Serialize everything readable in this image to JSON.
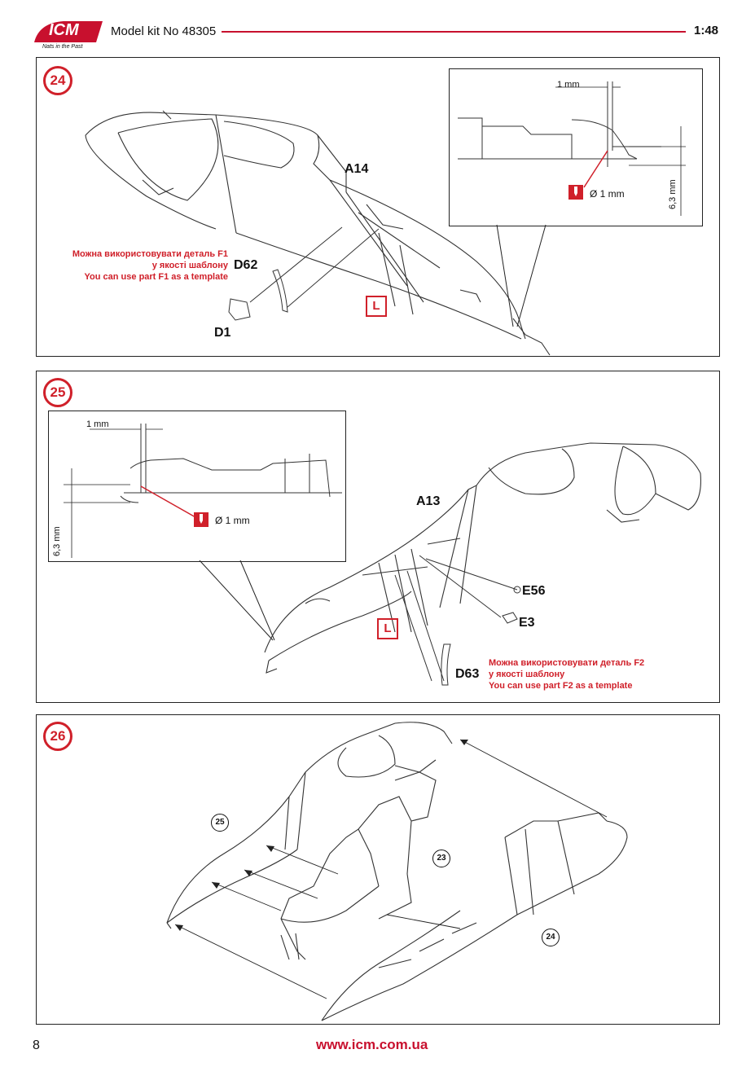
{
  "header": {
    "logo_text": "ICM",
    "logo_tagline": "Nats in the Past",
    "kit_title": "Model kit No 48305",
    "scale": "1:48"
  },
  "colors": {
    "accent_red": "#d0202a",
    "logo_red": "#c8102e",
    "line": "#222222"
  },
  "steps": [
    {
      "number": "24",
      "parts": [
        "A14",
        "D62",
        "D1"
      ],
      "note_ua_1": "Можна використовувати деталь F1",
      "note_ua_2": "у якості шаблону",
      "note_en": "You can use part F1 as a template",
      "option_mark": "L",
      "inset": {
        "dim_width": "1 mm",
        "dim_height": "6,3 mm",
        "drill_label": "Ø 1 mm",
        "drill_icon": "drill-icon"
      }
    },
    {
      "number": "25",
      "parts": [
        "A13",
        "E56",
        "E3",
        "D63"
      ],
      "note_ua_1": "Можна використовувати деталь F2",
      "note_ua_2": "у якості шаблону",
      "note_en": "You can use part F2 as a template",
      "option_mark": "L",
      "inset": {
        "dim_width": "1 mm",
        "dim_height": "6,3 mm",
        "drill_label": "Ø 1 mm",
        "drill_icon": "drill-icon"
      }
    },
    {
      "number": "26",
      "refs": [
        "25",
        "23",
        "24"
      ]
    }
  ],
  "footer": {
    "page_number": "8",
    "url": "www.icm.com.ua"
  }
}
